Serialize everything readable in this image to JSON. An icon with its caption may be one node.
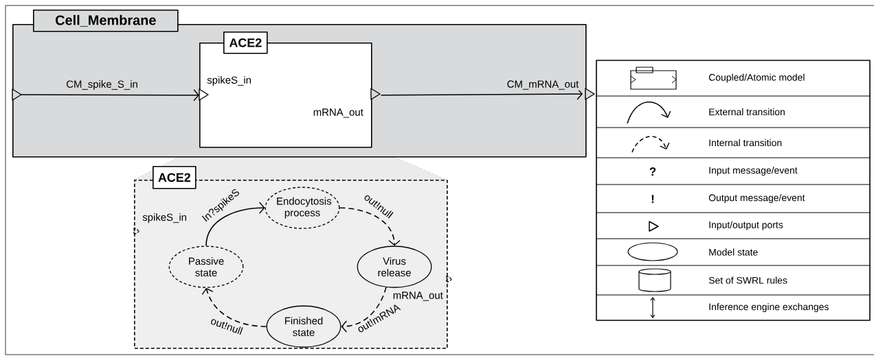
{
  "diagram": {
    "nodes": [
      {
        "text": [
          "Cell_Membrane"
        ]
      },
      {
        "text": [
          "ACE2",
          "spikeS_in",
          "mRNA_out"
        ],
        "in": 0
      },
      {
        "text": [
          "ACE2",
          "spikeS_in",
          "mRNA_out"
        ]
      },
      {
        "text": [
          "Endocytosis process"
        ],
        "in": 2
      },
      {
        "text": [
          "Virus release"
        ],
        "in": 2
      },
      {
        "text": [
          "Finished state"
        ],
        "in": 2
      },
      {
        "text": [
          "Passive state"
        ],
        "in": 2
      }
    ],
    "edges": [
      {
        "from": null,
        "to": 1,
        "arrow": "to",
        "label": "CM_spike_S_in"
      },
      {
        "from": 1,
        "to": null,
        "arrow": "to",
        "label": "CM_mRNA_out"
      },
      {
        "from": 6,
        "to": 3,
        "arrow": "to",
        "label": "In?spikeS"
      },
      {
        "from": 3,
        "to": 4,
        "arrow": "to",
        "label": "out!null",
        "style": "dashed"
      },
      {
        "from": 4,
        "to": 5,
        "arrow": "to",
        "label": "out!mRNA",
        "style": "dashed"
      },
      {
        "from": 5,
        "to": 6,
        "arrow": "to",
        "label": "out!null",
        "style": "dashed"
      }
    ],
    "labels": [
      "?",
      "!"
    ],
    "legend": [
      {
        "text": "Coupled/Atomic model"
      },
      {
        "text": "External transition"
      },
      {
        "text": "Internal transition"
      },
      {
        "text": "Input message/event"
      },
      {
        "text": "Output message/event"
      },
      {
        "text": "Input/output ports"
      },
      {
        "text": "Model state"
      },
      {
        "text": "Set of SWRL rules"
      },
      {
        "text": "Inference engine exchanges"
      }
    ]
  }
}
